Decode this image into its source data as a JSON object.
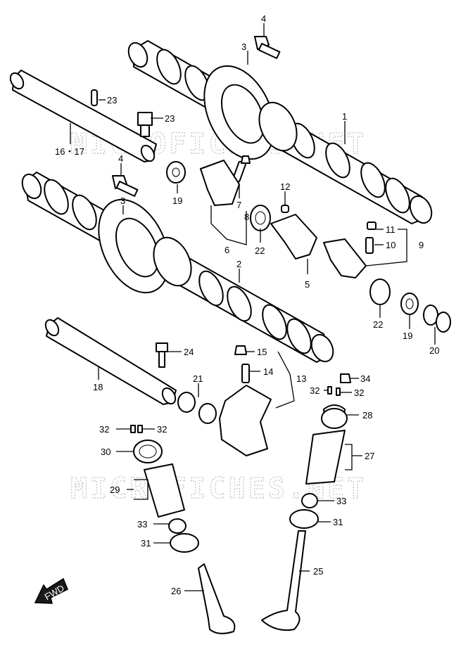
{
  "watermark": "MICROFICHES.NET",
  "fwd_label": "FWD",
  "callouts": [
    {
      "id": "c4a",
      "text": "4"
    },
    {
      "id": "c3a",
      "text": "3"
    },
    {
      "id": "c23a",
      "text": "23"
    },
    {
      "id": "c23b",
      "text": "23"
    },
    {
      "id": "c1",
      "text": "1"
    },
    {
      "id": "c1617",
      "text": "16・17"
    },
    {
      "id": "c4b",
      "text": "4"
    },
    {
      "id": "c19a",
      "text": "19"
    },
    {
      "id": "c3b",
      "text": "3"
    },
    {
      "id": "c7",
      "text": "7"
    },
    {
      "id": "c8",
      "text": "8"
    },
    {
      "id": "c6",
      "text": "6"
    },
    {
      "id": "c12",
      "text": "12"
    },
    {
      "id": "c22a",
      "text": "22"
    },
    {
      "id": "c11",
      "text": "11"
    },
    {
      "id": "c10",
      "text": "10"
    },
    {
      "id": "c9",
      "text": "9"
    },
    {
      "id": "c5",
      "text": "5"
    },
    {
      "id": "c2",
      "text": "2"
    },
    {
      "id": "c22b",
      "text": "22"
    },
    {
      "id": "c19b",
      "text": "19"
    },
    {
      "id": "c20",
      "text": "20"
    },
    {
      "id": "c24",
      "text": "24"
    },
    {
      "id": "c15",
      "text": "15"
    },
    {
      "id": "c14",
      "text": "14"
    },
    {
      "id": "c13",
      "text": "13"
    },
    {
      "id": "c18",
      "text": "18"
    },
    {
      "id": "c21",
      "text": "21"
    },
    {
      "id": "c34",
      "text": "34"
    },
    {
      "id": "c32a",
      "text": "32"
    },
    {
      "id": "c32b",
      "text": "32"
    },
    {
      "id": "c28",
      "text": "28"
    },
    {
      "id": "c32c",
      "text": "32"
    },
    {
      "id": "c32d",
      "text": "32"
    },
    {
      "id": "c30",
      "text": "30"
    },
    {
      "id": "c27",
      "text": "27"
    },
    {
      "id": "c29",
      "text": "29"
    },
    {
      "id": "c33a",
      "text": "33"
    },
    {
      "id": "c33b",
      "text": "33"
    },
    {
      "id": "c31a",
      "text": "31"
    },
    {
      "id": "c31b",
      "text": "31"
    },
    {
      "id": "c25",
      "text": "25"
    },
    {
      "id": "c26",
      "text": "26"
    }
  ]
}
